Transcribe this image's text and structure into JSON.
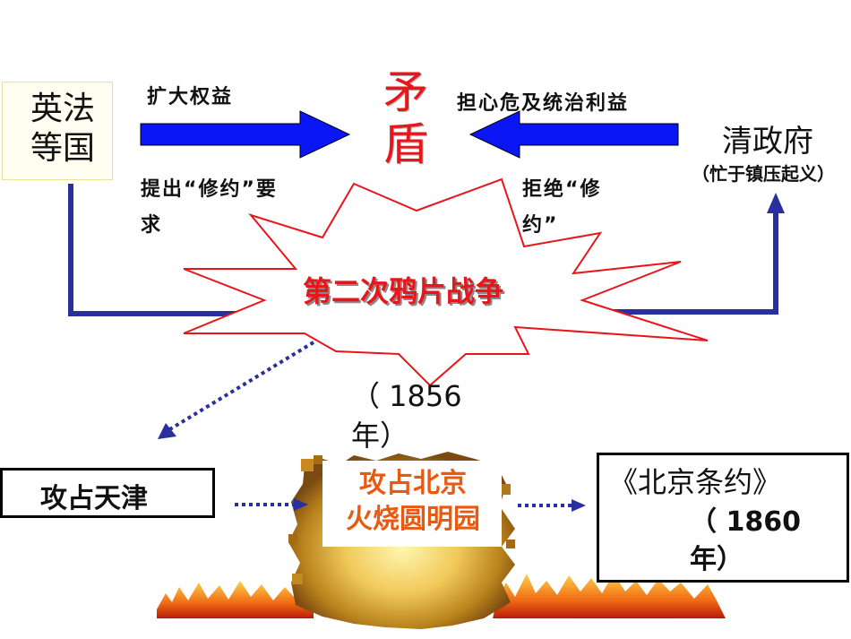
{
  "nodes": {
    "britain_france": "英法\n等国",
    "qing": "清政府",
    "qing_note": "（忙于镇压起义）",
    "conflict": "矛\n盾",
    "war": "第二次鸦片战争",
    "war_year": "（ 1856\n年）",
    "tianjin": "攻占天津",
    "beijing": "攻占北京\n火烧圆明园",
    "treaty": "《北京条约》",
    "treaty_year": "（ 1860\n年）"
  },
  "labels": {
    "expand": "扩大权益",
    "demand": "提出“修约”要\n求",
    "worry": "担心危及统治利益",
    "refuse": "拒绝“修\n约”"
  },
  "colors": {
    "arrow_blue": "#0b16f5",
    "line_navy": "#2a2f9e",
    "text_red": "#e8161b",
    "flame_orange": "#e85a12"
  }
}
